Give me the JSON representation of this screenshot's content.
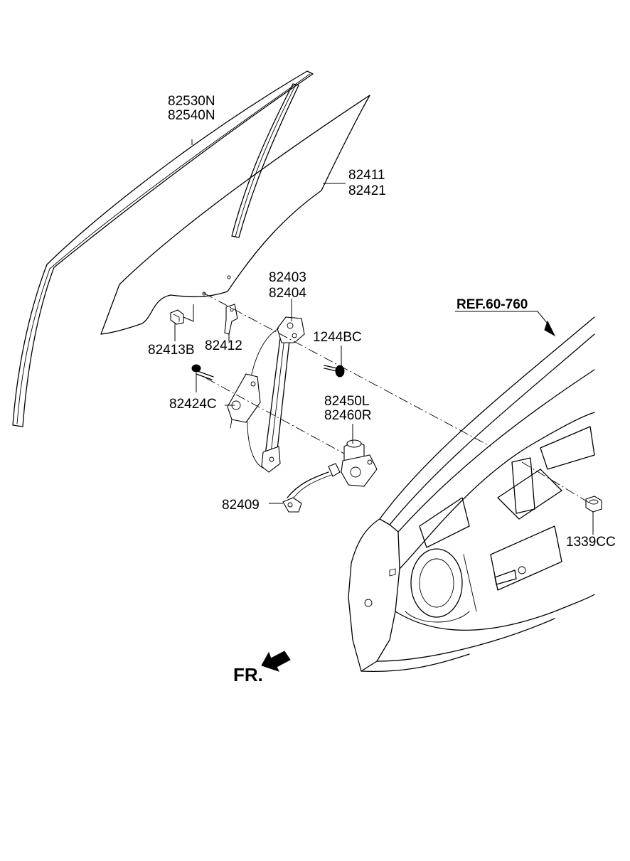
{
  "callouts": {
    "run_channel": [
      "82530N",
      "82540N"
    ],
    "door_glass": [
      "82411",
      "82421"
    ],
    "regulator": [
      "82403",
      "82404"
    ],
    "bolt_1244": "1244BC",
    "glass_clip": "82413B",
    "bracket": "82412",
    "bolt_82424": "82424C",
    "motor": [
      "82450L",
      "82460R"
    ],
    "harness": "82409",
    "nut": "1339CC",
    "reference": "REF.60-760",
    "front_marker": "FR."
  }
}
